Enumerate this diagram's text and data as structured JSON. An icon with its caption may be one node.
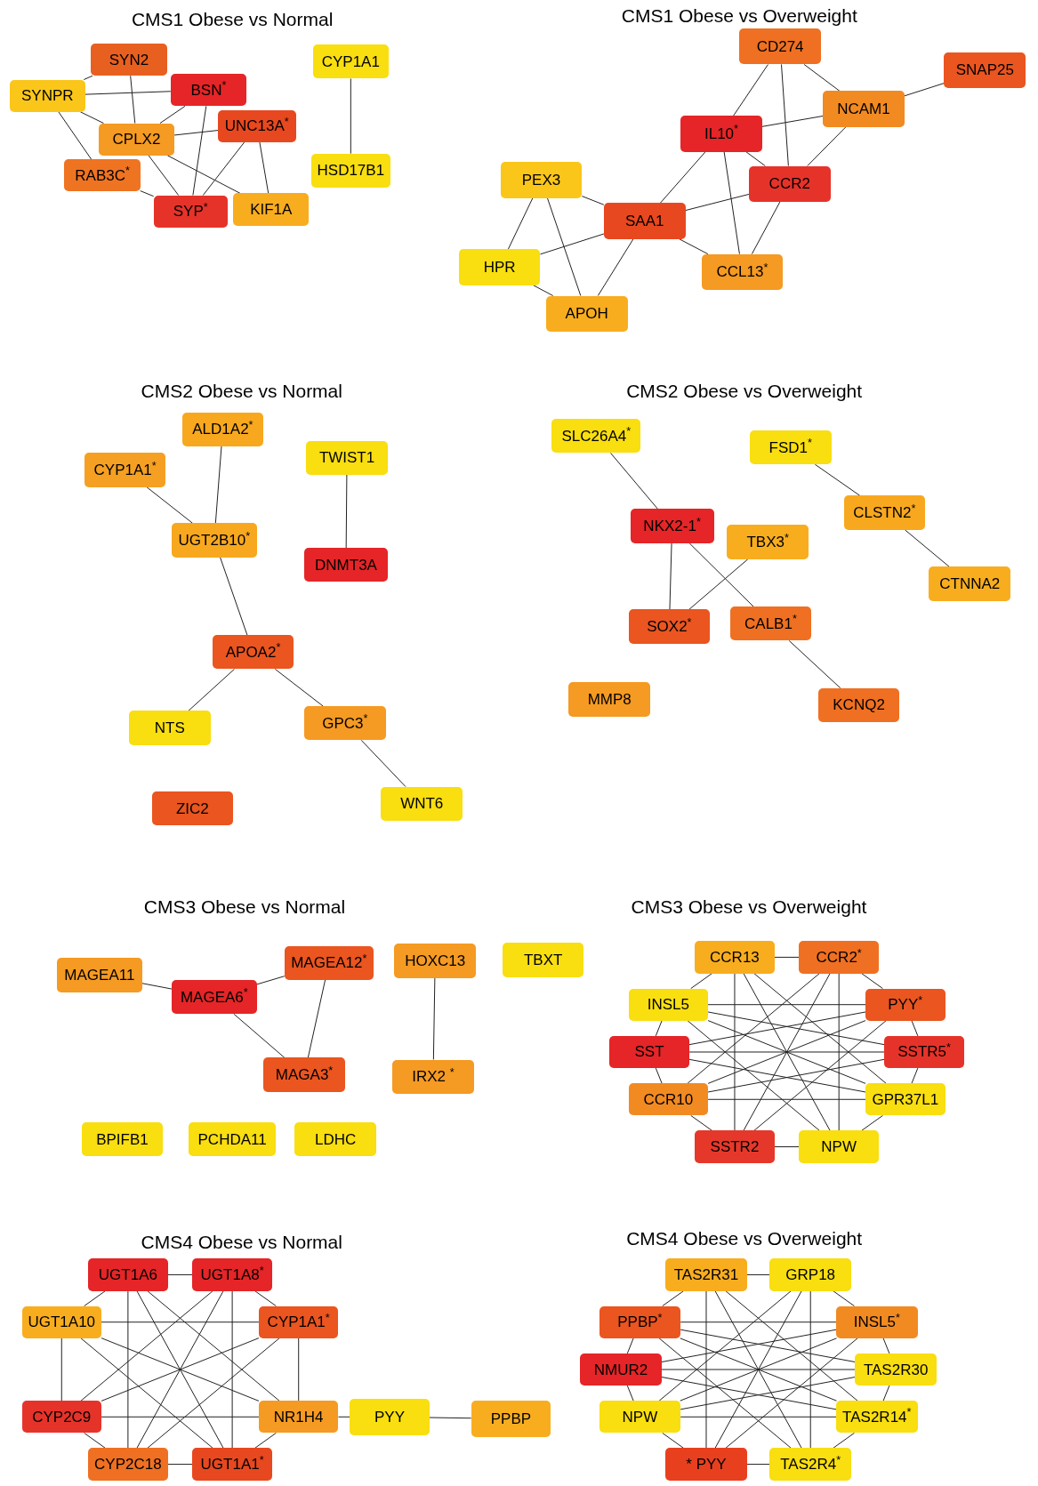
{
  "diagram": {
    "nodes": [
      {
        "text": [
          "SYN2"
        ]
      },
      {
        "text": [
          "SYNPR"
        ]
      },
      {
        "text": [
          "BSN$^{*}$"
        ]
      },
      {
        "text": [
          "UNC13A$^{*}$"
        ]
      },
      {
        "text": [
          "CPLX2"
        ]
      },
      {
        "text": [
          "RAB3C$^{*}$"
        ]
      },
      {
        "text": [
          "SYP$^{*}$"
        ]
      },
      {
        "text": [
          "KIF1A"
        ]
      },
      {
        "text": [
          "CYP1A1"
        ]
      },
      {
        "text": [
          "HSD17B1"
        ]
      },
      {
        "text": [
          "CD274"
        ]
      },
      {
        "text": [
          "SNAP25"
        ]
      },
      {
        "text": [
          "NCAM1"
        ]
      },
      {
        "text": [
          "IL10$^{*}$"
        ]
      },
      {
        "text": [
          "CCR2"
        ]
      },
      {
        "text": [
          "PEX3"
        ]
      },
      {
        "text": [
          "SAA1"
        ]
      },
      {
        "text": [
          "HPR"
        ]
      },
      {
        "text": [
          "CCL13$^{*}$"
        ]
      },
      {
        "text": [
          "APOH"
        ]
      },
      {
        "text": [
          "ALD1A2$^{*}$"
        ]
      },
      {
        "text": [
          "CYP1A1$^{*}$"
        ]
      },
      {
        "text": [
          "TWIST1"
        ]
      },
      {
        "text": [
          "UGT2B10$^{*}$"
        ]
      },
      {
        "text": [
          "DNMT3A"
        ]
      },
      {
        "text": [
          "APOA2$^{*}$"
        ]
      },
      {
        "text": [
          "NTS"
        ]
      },
      {
        "text": [
          "GPC3$^{*}$"
        ]
      },
      {
        "text": [
          "WNT6"
        ]
      },
      {
        "text": [
          "ZIC2"
        ]
      },
      {
        "text": [
          "SLC26A4$^{*}$"
        ]
      },
      {
        "text": [
          "FSD1$^{*}$"
        ]
      },
      {
        "text": [
          "CLSTN2$^{*}$"
        ]
      },
      {
        "text": [
          "NKX2-1$^{*}$"
        ]
      },
      {
        "text": [
          "TBX3$^{*}$"
        ]
      },
      {
        "text": [
          "CTNNA2"
        ]
      },
      {
        "text": [
          "SOX2$^{*}$"
        ]
      },
      {
        "text": [
          "CALB1$^{*}$"
        ]
      },
      {
        "text": [
          "MMP8"
        ]
      },
      {
        "text": [
          "KCNQ2"
        ]
      },
      {
        "text": [
          "MAGEA11"
        ]
      },
      {
        "text": [
          "MAGEA6$^{*}$"
        ]
      },
      {
        "text": [
          "MAGEA12$^{*}$"
        ]
      },
      {
        "text": [
          "HOXC13"
        ]
      },
      {
        "text": [
          "TBXT"
        ]
      },
      {
        "text": [
          "MAGA3$^{*}$"
        ]
      },
      {
        "text": [
          "IRX2 $^{*}$"
        ]
      },
      {
        "text": [
          "BPIFB1"
        ]
      },
      {
        "text": [
          "PCHDA11"
        ]
      },
      {
        "text": [
          "LDHC"
        ]
      },
      {
        "text": [
          "CCR2$^{*}$"
        ]
      },
      {
        "text": [
          "CCR13"
        ]
      },
      {
        "text": [
          "PYY$^{*}$"
        ]
      },
      {
        "text": [
          "INSL5"
        ]
      },
      {
        "text": [
          "SST"
        ]
      },
      {
        "text": [
          "CCR10"
        ]
      },
      {
        "text": [
          "SSTR5$^{*}$"
        ]
      },
      {
        "text": [
          "SSTR2"
        ]
      },
      {
        "text": [
          "GPR37L1"
        ]
      },
      {
        "text": [
          "NPW"
        ]
      },
      {
        "text": [
          "UGT1A6"
        ]
      },
      {
        "text": [
          "UGT1A10"
        ]
      },
      {
        "text": [
          "UGT1A8$^{*}$"
        ]
      },
      {
        "text": [
          "CYP1A1$^{*}$"
        ]
      },
      {
        "text": [
          "CYP2C9"
        ]
      },
      {
        "text": [
          "NR1H4"
        ]
      },
      {
        "text": [
          "UGT1A1$^{*}$"
        ]
      },
      {
        "text": [
          "CYP2C18"
        ]
      },
      {
        "text": [
          "PYY"
        ]
      },
      {
        "text": [
          "PPBP"
        ]
      },
      {
        "text": [
          "GRP18"
        ]
      },
      {
        "text": [
          "TAS2R31"
        ]
      },
      {
        "text": [
          "INSL5$^{*}$"
        ]
      },
      {
        "text": [
          "NMUR2"
        ]
      },
      {
        "text": [
          "PPBP$^{*}$"
        ]
      },
      {
        "text": [
          "TAS2R14$^{*}$"
        ]
      },
      {
        "text": [
          "TAS2R30"
        ]
      },
      {
        "text": [
          "NPW"
        ]
      },
      {
        "text": [
          "TAS2R4$^{*}$"
        ]
      },
      {
        "text": [
          "* PYY"
        ]
      }
    ],
    "edges": [
      {
        "from": 0,
        "to": 1,
        "arrow": "none"
      },
      {
        "from": 1,
        "to": 2,
        "arrow": "none"
      },
      {
        "from": 1,
        "to": 4,
        "arrow": "none"
      },
      {
        "from": 1,
        "to": 5,
        "arrow": "none"
      },
      {
        "from": 0,
        "to": 4,
        "arrow": "none"
      },
      {
        "from": 2,
        "to": 4,
        "arrow": "none"
      },
      {
        "from": 2,
        "to": 6,
        "arrow": "none"
      },
      {
        "from": 3,
        "to": 4,
        "arrow": "none"
      },
      {
        "from": 3,
        "to": 6,
        "arrow": "none"
      },
      {
        "from": 3,
        "to": 7,
        "arrow": "none"
      },
      {
        "from": 4,
        "to": 6,
        "arrow": "none"
      },
      {
        "from": 4,
        "to": 7,
        "arrow": "none"
      },
      {
        "from": 5,
        "to": 6,
        "arrow": "none"
      },
      {
        "from": 8,
        "to": 9,
        "arrow": "none"
      },
      {
        "from": 10,
        "to": 13,
        "arrow": "none"
      },
      {
        "from": 10,
        "to": 14,
        "arrow": "none"
      },
      {
        "from": 10,
        "to": 12,
        "arrow": "none"
      },
      {
        "from": 12,
        "to": 11,
        "arrow": "none"
      },
      {
        "from": 13,
        "to": 12,
        "arrow": "none"
      },
      {
        "from": 12,
        "to": 14,
        "arrow": "none"
      },
      {
        "from": 13,
        "to": 14,
        "arrow": "none"
      },
      {
        "from": 13,
        "to": 16,
        "arrow": "none"
      },
      {
        "from": 13,
        "to": 18,
        "arrow": "none"
      },
      {
        "from": 14,
        "to": 16,
        "arrow": "none"
      },
      {
        "from": 14,
        "to": 18,
        "arrow": "none"
      },
      {
        "from": 16,
        "to": 18,
        "arrow": "none"
      },
      {
        "from": 16,
        "to": 15,
        "arrow": "none"
      },
      {
        "from": 16,
        "to": 17,
        "arrow": "none"
      },
      {
        "from": 16,
        "to": 19,
        "arrow": "none"
      },
      {
        "from": 15,
        "to": 17,
        "arrow": "none"
      },
      {
        "from": 15,
        "to": 19,
        "arrow": "none"
      },
      {
        "from": 17,
        "to": 19,
        "arrow": "none"
      },
      {
        "from": 20,
        "to": 23,
        "arrow": "none"
      },
      {
        "from": 21,
        "to": 23,
        "arrow": "none"
      },
      {
        "from": 23,
        "to": 25,
        "arrow": "none"
      },
      {
        "from": 22,
        "to": 24,
        "arrow": "none"
      },
      {
        "from": 25,
        "to": 26,
        "arrow": "none"
      },
      {
        "from": 25,
        "to": 27,
        "arrow": "none"
      },
      {
        "from": 27,
        "to": 28,
        "arrow": "none"
      },
      {
        "from": 30,
        "to": 33,
        "arrow": "none"
      },
      {
        "from": 33,
        "to": 36,
        "arrow": "none"
      },
      {
        "from": 33,
        "to": 37,
        "arrow": "none"
      },
      {
        "from": 34,
        "to": 36,
        "arrow": "none"
      },
      {
        "from": 37,
        "to": 39,
        "arrow": "none"
      },
      {
        "from": 31,
        "to": 32,
        "arrow": "none"
      },
      {
        "from": 32,
        "to": 35,
        "arrow": "none"
      },
      {
        "from": 40,
        "to": 41,
        "arrow": "none"
      },
      {
        "from": 41,
        "to": 42,
        "arrow": "none"
      },
      {
        "from": 41,
        "to": 45,
        "arrow": "none"
      },
      {
        "from": 42,
        "to": 45,
        "arrow": "none"
      },
      {
        "from": 43,
        "to": 46,
        "arrow": "none"
      },
      {
        "from": 51,
        "to": 50,
        "arrow": "none"
      },
      {
        "from": 51,
        "to": 53,
        "arrow": "none"
      },
      {
        "from": 53,
        "to": 54,
        "arrow": "none"
      },
      {
        "from": 54,
        "to": 55,
        "arrow": "none"
      },
      {
        "from": 55,
        "to": 57,
        "arrow": "none"
      },
      {
        "from": 57,
        "to": 59,
        "arrow": "none"
      },
      {
        "from": 59,
        "to": 58,
        "arrow": "none"
      },
      {
        "from": 58,
        "to": 56,
        "arrow": "none"
      },
      {
        "from": 56,
        "to": 52,
        "arrow": "none"
      },
      {
        "from": 52,
        "to": 50,
        "arrow": "none"
      },
      {
        "from": 51,
        "to": 58,
        "arrow": "none"
      },
      {
        "from": 51,
        "to": 57,
        "arrow": "none"
      },
      {
        "from": 51,
        "to": 59,
        "arrow": "none"
      },
      {
        "from": 50,
        "to": 55,
        "arrow": "none"
      },
      {
        "from": 50,
        "to": 57,
        "arrow": "none"
      },
      {
        "from": 50,
        "to": 59,
        "arrow": "none"
      },
      {
        "from": 53,
        "to": 52,
        "arrow": "none"
      },
      {
        "from": 53,
        "to": 56,
        "arrow": "none"
      },
      {
        "from": 53,
        "to": 58,
        "arrow": "none"
      },
      {
        "from": 53,
        "to": 59,
        "arrow": "none"
      },
      {
        "from": 52,
        "to": 54,
        "arrow": "none"
      },
      {
        "from": 52,
        "to": 55,
        "arrow": "none"
      },
      {
        "from": 52,
        "to": 57,
        "arrow": "none"
      },
      {
        "from": 54,
        "to": 56,
        "arrow": "none"
      },
      {
        "from": 54,
        "to": 58,
        "arrow": "none"
      },
      {
        "from": 56,
        "to": 55,
        "arrow": "none"
      },
      {
        "from": 55,
        "to": 58,
        "arrow": "none"
      },
      {
        "from": 60,
        "to": 62,
        "arrow": "none"
      },
      {
        "from": 60,
        "to": 61,
        "arrow": "none"
      },
      {
        "from": 61,
        "to": 64,
        "arrow": "none"
      },
      {
        "from": 64,
        "to": 67,
        "arrow": "none"
      },
      {
        "from": 67,
        "to": 66,
        "arrow": "none"
      },
      {
        "from": 66,
        "to": 65,
        "arrow": "none"
      },
      {
        "from": 65,
        "to": 63,
        "arrow": "none"
      },
      {
        "from": 63,
        "to": 62,
        "arrow": "none"
      },
      {
        "from": 60,
        "to": 65,
        "arrow": "none"
      },
      {
        "from": 60,
        "to": 67,
        "arrow": "none"
      },
      {
        "from": 60,
        "to": 66,
        "arrow": "none"
      },
      {
        "from": 62,
        "to": 64,
        "arrow": "none"
      },
      {
        "from": 62,
        "to": 67,
        "arrow": "none"
      },
      {
        "from": 62,
        "to": 66,
        "arrow": "none"
      },
      {
        "from": 61,
        "to": 63,
        "arrow": "none"
      },
      {
        "from": 61,
        "to": 65,
        "arrow": "none"
      },
      {
        "from": 61,
        "to": 66,
        "arrow": "none"
      },
      {
        "from": 63,
        "to": 64,
        "arrow": "none"
      },
      {
        "from": 63,
        "to": 67,
        "arrow": "none"
      },
      {
        "from": 64,
        "to": 65,
        "arrow": "none"
      },
      {
        "from": 65,
        "to": 68,
        "arrow": "none"
      },
      {
        "from": 68,
        "to": 69,
        "arrow": "none"
      },
      {
        "from": 71,
        "to": 70,
        "arrow": "none"
      },
      {
        "from": 71,
        "to": 74,
        "arrow": "none"
      },
      {
        "from": 74,
        "to": 73,
        "arrow": "none"
      },
      {
        "from": 73,
        "to": 77,
        "arrow": "none"
      },
      {
        "from": 77,
        "to": 79,
        "arrow": "none"
      },
      {
        "from": 79,
        "to": 78,
        "arrow": "none"
      },
      {
        "from": 78,
        "to": 75,
        "arrow": "none"
      },
      {
        "from": 75,
        "to": 76,
        "arrow": "none"
      },
      {
        "from": 76,
        "to": 72,
        "arrow": "none"
      },
      {
        "from": 72,
        "to": 70,
        "arrow": "none"
      },
      {
        "from": 71,
        "to": 75,
        "arrow": "none"
      },
      {
        "from": 71,
        "to": 79,
        "arrow": "none"
      },
      {
        "from": 71,
        "to": 78,
        "arrow": "none"
      },
      {
        "from": 70,
        "to": 77,
        "arrow": "none"
      },
      {
        "from": 70,
        "to": 79,
        "arrow": "none"
      },
      {
        "from": 70,
        "to": 78,
        "arrow": "none"
      },
      {
        "from": 74,
        "to": 72,
        "arrow": "none"
      },
      {
        "from": 74,
        "to": 76,
        "arrow": "none"
      },
      {
        "from": 74,
        "to": 75,
        "arrow": "none"
      },
      {
        "from": 74,
        "to": 78,
        "arrow": "none"
      },
      {
        "from": 72,
        "to": 73,
        "arrow": "none"
      },
      {
        "from": 72,
        "to": 77,
        "arrow": "none"
      },
      {
        "from": 72,
        "to": 79,
        "arrow": "none"
      },
      {
        "from": 73,
        "to": 76,
        "arrow": "none"
      },
      {
        "from": 73,
        "to": 75,
        "arrow": "none"
      },
      {
        "from": 76,
        "to": 77,
        "arrow": "none"
      },
      {
        "from": 77,
        "to": 75,
        "arrow": "none"
      }
    ],
    "labels": [
      "CMS1 Obese vs Normal",
      "CMS1 Obese vs Overweight",
      "CMS2 Obese vs Normal",
      "CMS2 Obese vs Overweight",
      "CMS3 Obese vs Normal",
      "CMS3 Obese vs Overweight",
      "CMS4 Obese vs Normal",
      "CMS4 Obese vs Overweight"
    ]
  }
}
